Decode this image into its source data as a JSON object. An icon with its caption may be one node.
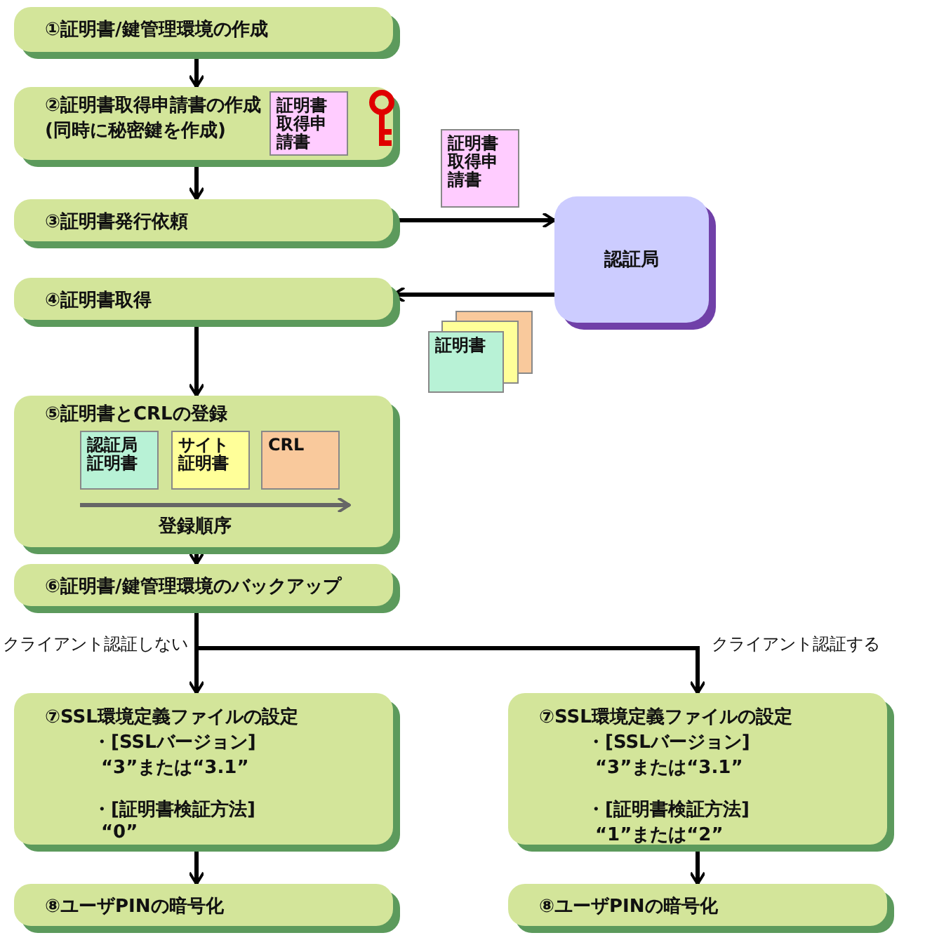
{
  "diagram": {
    "nodes": [
      {
        "text": [
          "①証明書/鍵管理環境の作成"
        ]
      },
      {
        "text": [
          "②証明書取得申請書の作成 (同時に秘密鍵を作成)"
        ]
      },
      {
        "text": [
          "証明書取得申請書"
        ],
        "in": 1
      },
      {
        "text": [
          "③証明書発行依頼"
        ]
      },
      {
        "text": [
          "認証局"
        ]
      },
      {
        "text": [
          "④証明書取得"
        ]
      },
      {
        "text": [
          "⑤証明書とCRLの登録"
        ]
      },
      {
        "text": [
          "認証局証明書"
        ],
        "in": 6
      },
      {
        "text": [
          "サイト証明書"
        ],
        "in": 6
      },
      {
        "text": [
          "CRL"
        ],
        "in": 6
      },
      {
        "text": [
          "⑥証明書/鍵管理環境のバックアップ"
        ]
      },
      {
        "text": [
          "⑦SSL環境定義ファイルの設定",
          "・[SSLバージョン]",
          "“3”または“3.1”",
          "・[証明書検証方法]",
          "“0”"
        ]
      },
      {
        "text": [
          "⑧ユーザPINの暗号化"
        ]
      },
      {
        "text": [
          "⑦SSL環境定義ファイルの設定",
          "・[SSLバージョン]",
          "“3”または“3.1”",
          "・[証明書検証方法]",
          "“1”または“2”"
        ]
      },
      {
        "text": [
          "⑧ユーザPINの暗号化"
        ]
      },
      {
        "text": [
          "証明書取得申請書"
        ]
      },
      {
        "text": [
          "証明書"
        ]
      }
    ],
    "edges": [
      {
        "from": 0,
        "to": 1,
        "arrow": "to"
      },
      {
        "from": 1,
        "to": 3,
        "arrow": "to"
      },
      {
        "from": 3,
        "to": 4,
        "arrow": "to"
      },
      {
        "from": 4,
        "to": 5,
        "arrow": "to"
      },
      {
        "from": 5,
        "to": 6,
        "arrow": "to"
      },
      {
        "from": 6,
        "to": 10,
        "arrow": "to"
      },
      {
        "from": 10,
        "to": 11,
        "arrow": "to",
        "label": "クライアント認証しない"
      },
      {
        "from": 10,
        "to": 13,
        "arrow": "to",
        "label": "クライアント認証する"
      },
      {
        "from": 11,
        "to": 12,
        "arrow": "to"
      },
      {
        "from": 13,
        "to": 14,
        "arrow": "to"
      }
    ],
    "labels": [
      "登録順序"
    ]
  }
}
